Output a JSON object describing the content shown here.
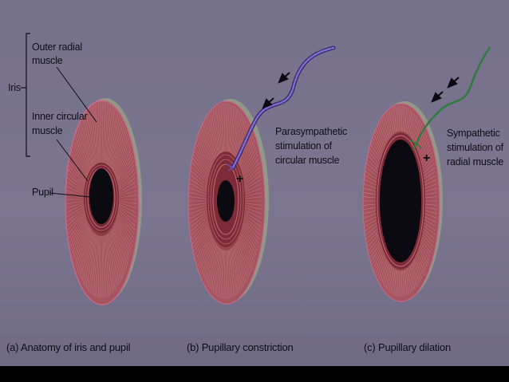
{
  "labels": {
    "iris": "Iris",
    "outer_radial_1": "Outer radial",
    "outer_radial_2": "muscle",
    "inner_circular_1": "Inner circular",
    "inner_circular_2": "muscle",
    "pupil": "Pupil",
    "parasym_1": "Parasympathetic",
    "parasym_2": "stimulation of",
    "parasym_3": "circular muscle",
    "sym_1": "Sympathetic",
    "sym_2": "stimulation of",
    "sym_3": "radial muscle",
    "plus": "+"
  },
  "captions": {
    "a": "(a) Anatomy of iris and pupil",
    "b": "(b) Pupillary constriction",
    "c": "(c) Pupillary dilation"
  },
  "colors": {
    "iris": "#9a4650",
    "radial_lines": "#c98a88",
    "circular_band": "#7e2a37",
    "pupil": "#0b0a10",
    "parasympathetic_nerve": "#6a50b8",
    "sympathetic_nerve": "#2f7a3c"
  }
}
